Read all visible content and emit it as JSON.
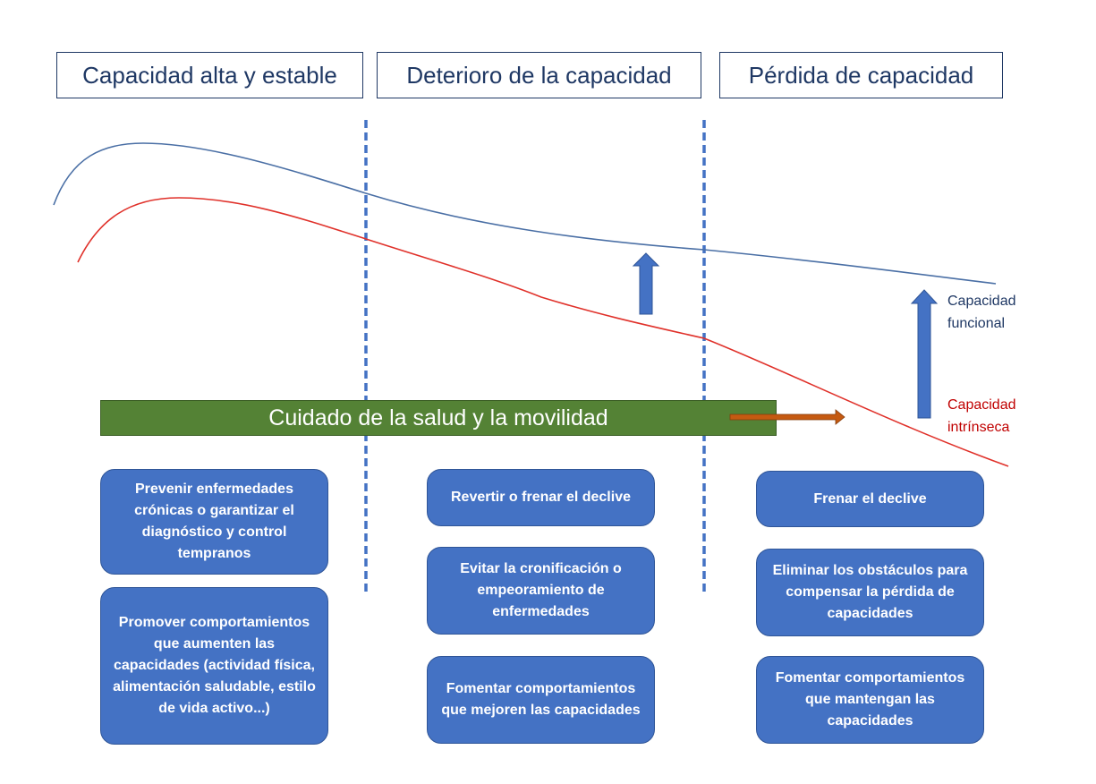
{
  "stages": [
    {
      "label": "Capacidad alta y estable"
    },
    {
      "label": "Deterioro de la capacidad"
    },
    {
      "label": "Pérdida de capacidad"
    }
  ],
  "health_bar": {
    "label": "Cuidado de la salud y la movilidad",
    "color": "#548235",
    "arrow_color": "#c55a11"
  },
  "legend": {
    "functional": {
      "label_line1": "Capacidad",
      "label_line2": "funcional",
      "color": "#1f3864"
    },
    "intrinsic": {
      "label_line1": "Capacidad",
      "label_line2": "intrínseca",
      "color": "#c00000"
    }
  },
  "curves": {
    "functional_color": "#4a6fa5",
    "intrinsic_color": "#e0312a",
    "divider_color": "#4472c4"
  },
  "columns": [
    {
      "boxes": [
        {
          "text": "Prevenir enfermedades crónicas o garantizar el diagnóstico y control tempranos"
        },
        {
          "text": "Promover comportamientos que aumenten las capacidades (actividad física, alimentación saludable, estilo de vida activo...)"
        }
      ]
    },
    {
      "boxes": [
        {
          "text": "Revertir o frenar el declive"
        },
        {
          "text": "Evitar la cronificación o empeoramiento de enfermedades"
        },
        {
          "text": "Fomentar comportamientos que mejoren las capacidades"
        }
      ]
    },
    {
      "boxes": [
        {
          "text": "Frenar el declive"
        },
        {
          "text": "Eliminar los obstáculos para compensar la pérdida de capacidades"
        },
        {
          "text": "Fomentar comportamientos que mantengan las capacidades"
        }
      ]
    }
  ]
}
